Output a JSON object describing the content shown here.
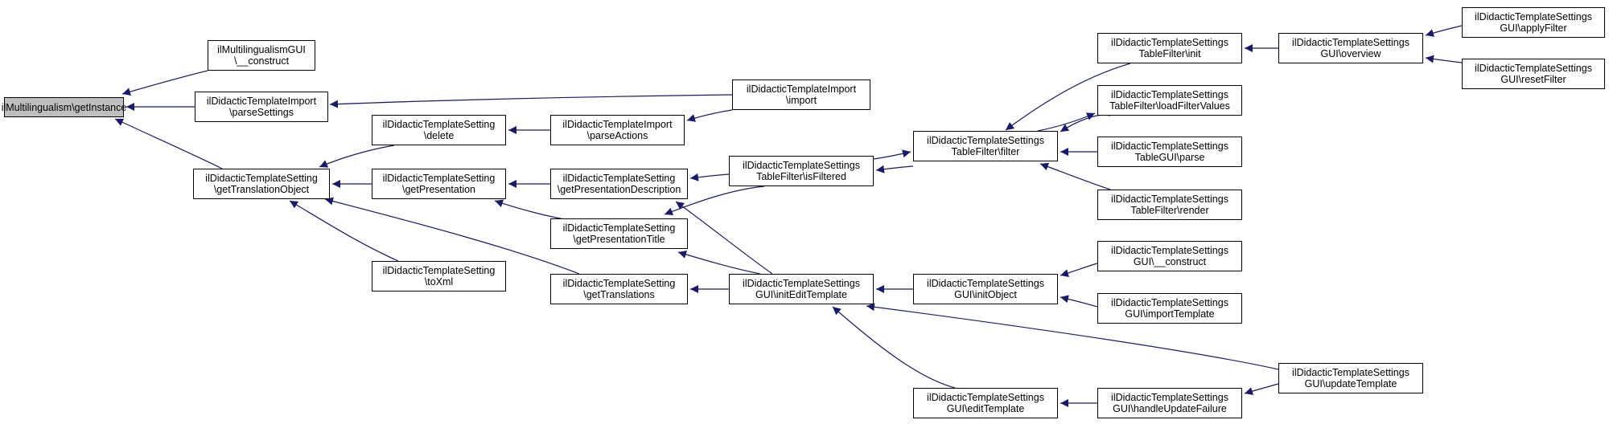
{
  "graph": {
    "edge_color": "#191970",
    "root_fill": "#bfbfbf",
    "nodes": {
      "root": [
        "ilMultilingualism\\getInstance"
      ],
      "mlgui_construct": [
        "ilMultilingualismGUI",
        "\\__construct"
      ],
      "import_parsesettings": [
        "ilDidacticTemplateImport",
        "\\parseSettings"
      ],
      "setting_gettranslationobject": [
        "ilDidacticTemplateSetting",
        "\\getTranslationObject"
      ],
      "import_import": [
        "ilDidacticTemplateImport",
        "\\import"
      ],
      "setting_delete": [
        "ilDidacticTemplateSetting",
        "\\delete"
      ],
      "import_parseactions": [
        "ilDidacticTemplateImport",
        "\\parseActions"
      ],
      "setting_getpresentation": [
        "ilDidacticTemplateSetting",
        "\\getPresentation"
      ],
      "setting_getpresentationdescription": [
        "ilDidacticTemplateSetting",
        "\\getPresentationDescription"
      ],
      "setting_getpresentationtitle": [
        "ilDidacticTemplateSetting",
        "\\getPresentationTitle"
      ],
      "setting_toxml": [
        "ilDidacticTemplateSetting",
        "\\toXml"
      ],
      "setting_gettranslations": [
        "ilDidacticTemplateSetting",
        "\\getTranslations"
      ],
      "tablefilter_isfiltered": [
        "ilDidacticTemplateSettings",
        "TableFilter\\isFiltered"
      ],
      "tablefilter_filter": [
        "ilDidacticTemplateSettings",
        "TableFilter\\filter"
      ],
      "gui_initedittemplate": [
        "ilDidacticTemplateSettings",
        "GUI\\initEditTemplate"
      ],
      "gui_edittemplate": [
        "ilDidacticTemplateSettings",
        "GUI\\editTemplate"
      ],
      "tablefilter_init": [
        "ilDidacticTemplateSettings",
        "TableFilter\\init"
      ],
      "tablefilter_loadfiltervalues": [
        "ilDidacticTemplateSettings",
        "TableFilter\\loadFilterValues"
      ],
      "tablegui_parse": [
        "ilDidacticTemplateSettings",
        "TableGUI\\parse"
      ],
      "tablefilter_render": [
        "ilDidacticTemplateSettings",
        "TableFilter\\render"
      ],
      "gui_initobject": [
        "ilDidacticTemplateSettings",
        "GUI\\initObject"
      ],
      "gui_construct": [
        "ilDidacticTemplateSettings",
        "GUI\\__construct"
      ],
      "gui_importtemplate": [
        "ilDidacticTemplateSettings",
        "GUI\\importTemplate"
      ],
      "gui_handleupdatefailure": [
        "ilDidacticTemplateSettings",
        "GUI\\handleUpdateFailure"
      ],
      "gui_overview": [
        "ilDidacticTemplateSettings",
        "GUI\\overview"
      ],
      "gui_updatetemplate": [
        "ilDidacticTemplateSettings",
        "GUI\\updateTemplate"
      ],
      "gui_applyfilter": [
        "ilDidacticTemplateSettings",
        "GUI\\applyFilter"
      ],
      "gui_resetfilter": [
        "ilDidacticTemplateSettings",
        "GUI\\resetFilter"
      ]
    }
  }
}
